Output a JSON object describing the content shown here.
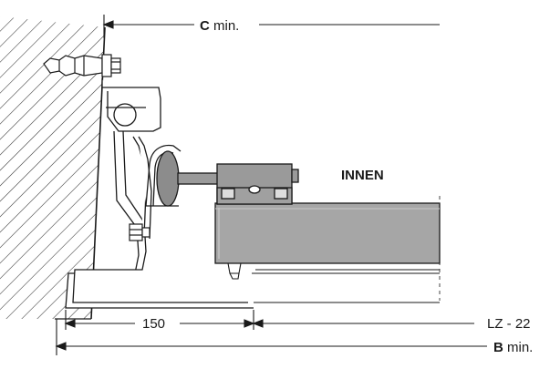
{
  "dimensions": {
    "c_min": {
      "letter": "C",
      "suffix": " min."
    },
    "b_min": {
      "letter": "B",
      "suffix": " min."
    },
    "span_150": "150",
    "lz": "LZ - 22"
  },
  "labels": {
    "innen": "INNEN"
  },
  "colors": {
    "line": "#1a1a1a",
    "door_fill": "#a6a6a6",
    "wall_fill": "#ffffff",
    "hatch": "#333333",
    "bumper": "#8c8c8c",
    "block": "#9a9a9a"
  }
}
